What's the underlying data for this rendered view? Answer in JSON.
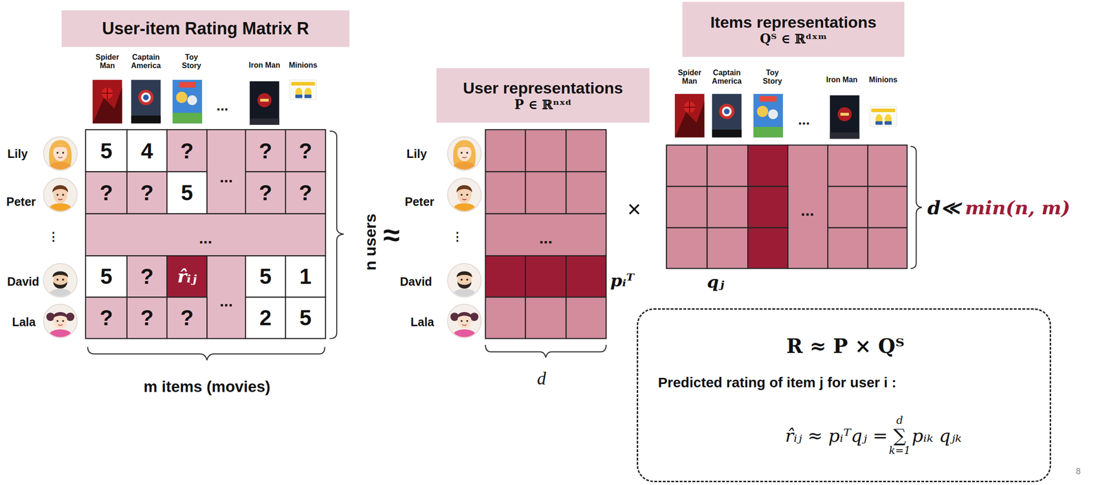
{
  "diagram": {
    "nodes": [
      {
        "text": [
          "User-item Rating Matrix R"
        ]
      },
      {
        "text": [
          "User representations",
          "P ∈ ℝⁿˣᵈ"
        ]
      },
      {
        "text": [
          "Items representations",
          "Qᵀ ∈ ℝᵈˣᵐ"
        ]
      },
      {
        "text": [
          "R ≈ P × Qᵀ",
          "Predicted rating of item j for user i :",
          "r̂ᵢⱼ ≈ pᵢᵀqⱼ = ∑ pᵢₖ qⱼₖ",
          "d",
          "k=1"
        ]
      }
    ],
    "labels": [
      "Spider Man",
      "Captain America",
      "Toy Story",
      "...",
      "Iron Man",
      "Minions",
      "Lily",
      "Peter",
      "⋮",
      "David",
      "Lala",
      "5",
      "4",
      "?",
      "...",
      "?",
      "?",
      "?",
      "?",
      "5",
      "?",
      "?",
      "...",
      "5",
      "?",
      "r̂ᵢⱼ",
      "...",
      "5",
      "1",
      "?",
      "?",
      "?",
      "2",
      "5",
      "n users",
      "m items (movies)",
      "≈",
      "Lily",
      "Peter",
      "⋮",
      "David",
      "Lala",
      "...",
      "pᵢᵀ",
      "d",
      "×",
      "Spider Man",
      "Captain America",
      "Toy Story",
      "...",
      "Iron Man",
      "Minions",
      "...",
      "qⱼ",
      "d≪",
      "min(n, m)",
      "8"
    ]
  }
}
